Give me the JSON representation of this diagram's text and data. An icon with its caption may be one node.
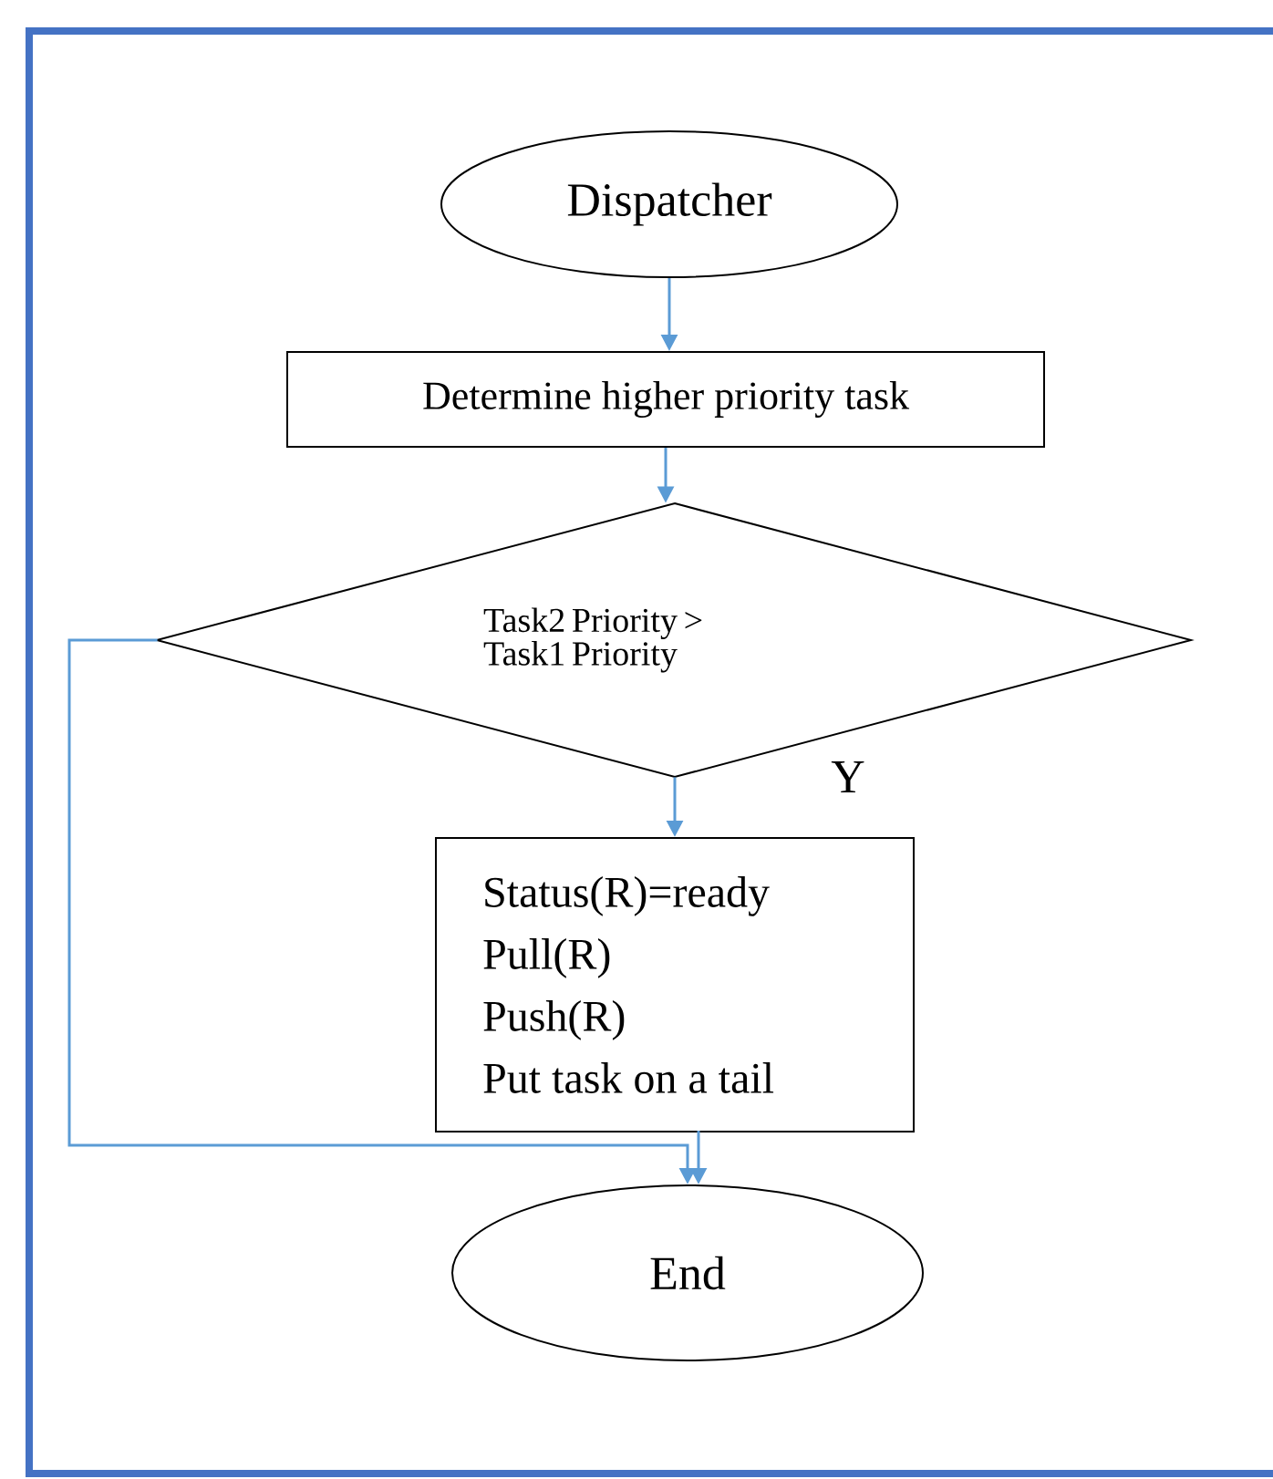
{
  "diagram": {
    "nodes": [
      {
        "text": [
          "Dispatcher"
        ]
      },
      {
        "text": [
          "Determine higher priority task"
        ]
      },
      {
        "text": [
          "Task2 Priority > Task1 Priority"
        ]
      },
      {
        "text": [
          "Status(R)=ready",
          "Pull(R)",
          "Push(R)",
          "Put task on a tail"
        ]
      },
      {
        "text": [
          "End"
        ]
      }
    ],
    "edges": [
      {
        "from": 0,
        "to": 1,
        "arrow": "to"
      },
      {
        "from": 1,
        "to": 2,
        "arrow": "to"
      },
      {
        "from": 2,
        "to": 3,
        "arrow": "to",
        "label": "Y"
      },
      {
        "from": 3,
        "to": 4,
        "arrow": "to"
      },
      {
        "from": 2,
        "to": 4,
        "arrow": "to"
      }
    ]
  }
}
